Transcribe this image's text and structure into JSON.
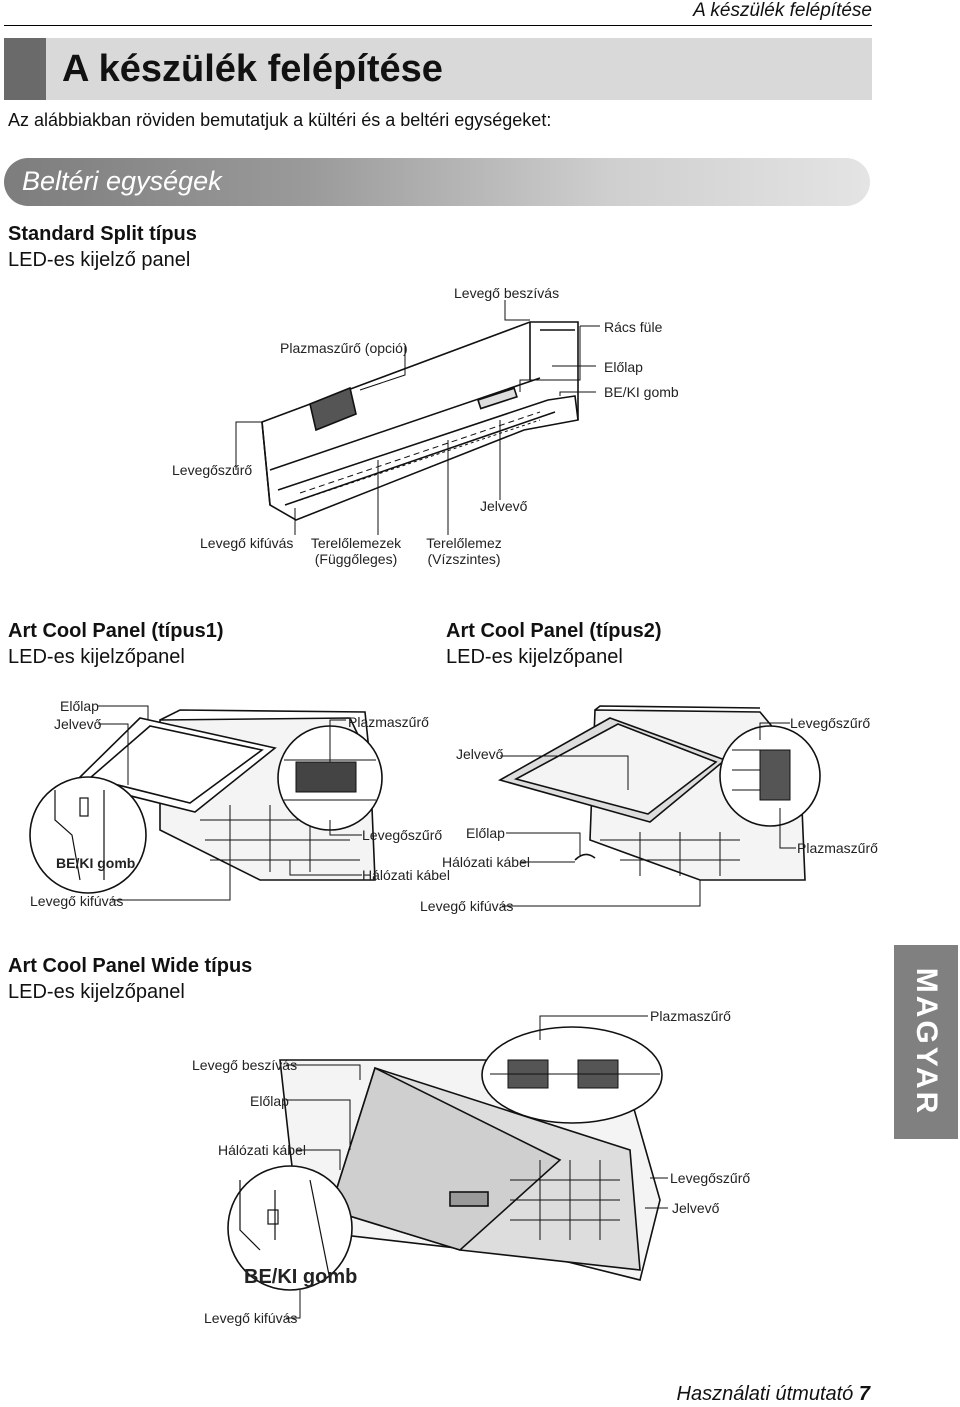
{
  "header": {
    "running_title": "A készülék felépítése"
  },
  "page_title": "A készülék felépítése",
  "intro": "Az alábbiakban röviden bemutatjuk a kültéri és a beltéri egységeket:",
  "section_banner": "Beltéri egységek",
  "standard": {
    "title": "Standard Split típus",
    "subtitle": "LED-es kijelző panel",
    "labels": {
      "air_intake": "Levegő beszívás",
      "plasma": "Plazmaszűrő (opció)",
      "grille_tab": "Rács füle",
      "front_panel": "Előlap",
      "onoff": "BE/KI gomb",
      "air_filter": "Levegőszűrő",
      "receiver": "Jelvevő",
      "air_outlet": "Levegő kifúvás",
      "vanes_v_1": "Terelőlemezek",
      "vanes_v_2": "(Függőleges)",
      "vane_h_1": "Terelőlemez",
      "vane_h_2": "(Vízszintes)"
    }
  },
  "artcool1": {
    "title": "Art Cool Panel (típus1)",
    "subtitle": "LED-es kijelzőpanel",
    "labels": {
      "front_panel": "Előlap",
      "receiver": "Jelvevő",
      "plasma": "Plazmaszűrő",
      "onoff": "BE/KI gomb",
      "air_outlet": "Levegő kifúvás",
      "air_filter": "Levegőszűrő",
      "power_cable": "Hálózati kábel"
    }
  },
  "artcool2": {
    "title": "Art Cool Panel (típus2)",
    "subtitle": "LED-es kijelzőpanel",
    "labels": {
      "air_filter": "Levegőszűrő",
      "receiver": "Jelvevő",
      "front_panel": "Előlap",
      "power_cable": "Hálózati kábel",
      "plasma": "Plazmaszűrő",
      "air_outlet": "Levegő kifúvás"
    }
  },
  "wide": {
    "title": "Art Cool Panel Wide típus",
    "subtitle": "LED-es kijelzőpanel",
    "labels": {
      "plasma": "Plazmaszűrő",
      "air_intake": "Levegő beszívás",
      "front_panel": "Előlap",
      "power_cable": "Hálózati kábel",
      "air_filter": "Levegőszűrő",
      "receiver": "Jelvevő",
      "onoff": "BE/KI gomb",
      "air_outlet": "Levegő kifúvás"
    }
  },
  "side_tab": "MAGYAR",
  "footer": {
    "text": "Használati útmutató",
    "page_number": "7"
  }
}
